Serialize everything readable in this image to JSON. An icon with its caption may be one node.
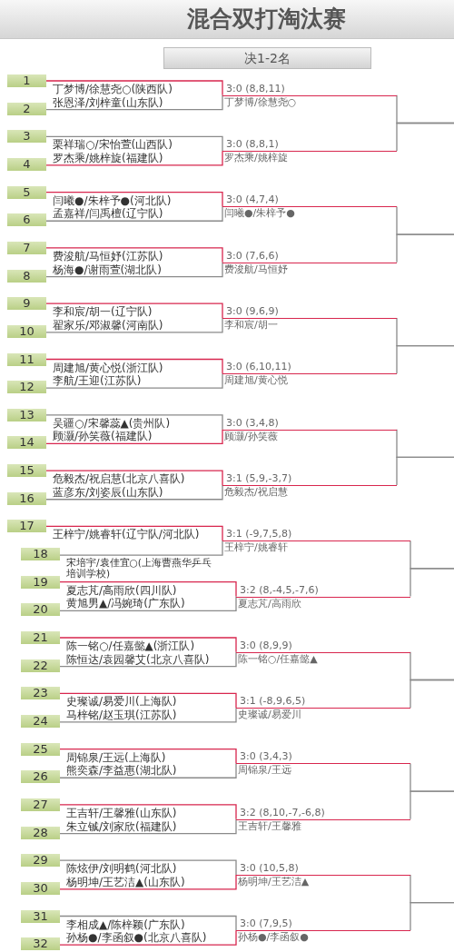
{
  "diagram": {
    "title": "混合双打淘汰赛",
    "nodes": [
      {
        "text": [
          "1"
        ],
        "beside": [
          "丁梦博/徐慧尧○(陕西队)"
        ]
      },
      {
        "text": [
          "2"
        ],
        "beside": [
          "张恩泽/刘梓童(山东队)"
        ]
      },
      {
        "text": [
          "3"
        ],
        "beside": [
          "栗祥瑞○/宋怡萱(山西队)"
        ]
      },
      {
        "text": [
          "4"
        ],
        "beside": [
          "罗杰乘/姚梓旋(福建队)"
        ]
      },
      {
        "text": [
          "5"
        ],
        "beside": [
          "闫曦●/朱梓予●(河北队)"
        ]
      },
      {
        "text": [
          "6"
        ],
        "beside": [
          "孟嘉祥/闫禹檀(辽宁队)"
        ]
      },
      {
        "text": [
          "7"
        ],
        "beside": [
          "费浚航/马恒妤(江苏队)"
        ]
      },
      {
        "text": [
          "8"
        ],
        "beside": [
          "杨海●/谢雨萱(湖北队)"
        ]
      },
      {
        "text": [
          "9"
        ],
        "beside": [
          "李和宸/胡一(辽宁队)"
        ]
      },
      {
        "text": [
          "10"
        ],
        "beside": [
          "翟家乐/邓淑馨(河南队)"
        ]
      },
      {
        "text": [
          "11"
        ],
        "beside": [
          "周建旭/黄心悦(浙江队)"
        ]
      },
      {
        "text": [
          "12"
        ],
        "beside": [
          "李航/王迎(江苏队)"
        ]
      },
      {
        "text": [
          "13"
        ],
        "beside": [
          "吴疆○/宋馨蕊▲(贵州队)"
        ]
      },
      {
        "text": [
          "14"
        ],
        "beside": [
          "顾灏/孙笑薇(福建队)"
        ]
      },
      {
        "text": [
          "15"
        ],
        "beside": [
          "危毅杰/祝启慧(北京八喜队)"
        ]
      },
      {
        "text": [
          "16"
        ],
        "beside": [
          "蓝彦东/刘姿辰(山东队)"
        ]
      },
      {
        "text": [
          "17"
        ],
        "beside": [
          "王梓宁/姚睿轩(辽宁队/河北队)"
        ]
      },
      {
        "text": [
          "18"
        ],
        "beside": [
          "宋培宇/袁佳宜○(上海曹燕华乒乓培训学校)"
        ]
      },
      {
        "text": [
          "19"
        ],
        "beside": [
          "夏志芃/高雨欣(四川队)"
        ]
      },
      {
        "text": [
          "20"
        ],
        "beside": [
          "黄旭男▲/冯婉琦(广东队)"
        ]
      },
      {
        "text": [
          "21"
        ],
        "beside": [
          "陈一铭○/任嘉懿▲(浙江队)"
        ]
      },
      {
        "text": [
          "22"
        ],
        "beside": [
          "陈恒达/袁园馨艾(北京八喜队)"
        ]
      },
      {
        "text": [
          "23"
        ],
        "beside": [
          "史璨诚/易爱川(上海队)"
        ]
      },
      {
        "text": [
          "24"
        ],
        "beside": [
          "马梓铭/赵玉琪(江苏队)"
        ]
      },
      {
        "text": [
          "25"
        ],
        "beside": [
          "周锦泉/王远(上海队)"
        ]
      },
      {
        "text": [
          "26"
        ],
        "beside": [
          "熊奕森/李益惠(湖北队)"
        ]
      },
      {
        "text": [
          "27"
        ],
        "beside": [
          "王吉轩/王馨雅(山东队)"
        ]
      },
      {
        "text": [
          "28"
        ],
        "beside": [
          "朱立铖/刘家欣(福建队)"
        ]
      },
      {
        "text": [
          "29"
        ],
        "beside": [
          "陈炫伊/刘明鹤(河北队)"
        ]
      },
      {
        "text": [
          "30"
        ],
        "beside": [
          "杨明坤/王艺洁▲(山东队)"
        ]
      },
      {
        "text": [
          "31"
        ],
        "beside": [
          "李相成▲/陈梓颖(广东队)"
        ]
      },
      {
        "text": [
          "32"
        ],
        "beside": [
          "孙杨●/李函叙●(北京八喜队)"
        ]
      },
      {
        "text": [
          "丁梦博/徐慧尧○"
        ],
        "beside": [
          "3:0 (8,8,11)"
        ]
      },
      {
        "text": [
          "罗杰乘/姚梓旋"
        ],
        "beside": [
          "3:0 (8,8,1)"
        ]
      },
      {
        "text": [
          "闫曦●/朱梓予●"
        ],
        "beside": [
          "3:0 (4,7,4)"
        ]
      },
      {
        "text": [
          "费浚航/马恒妤"
        ],
        "beside": [
          "3:0 (7,6,6)"
        ]
      },
      {
        "text": [
          "李和宸/胡一"
        ],
        "beside": [
          "3:0 (9,6,9)"
        ]
      },
      {
        "text": [
          "周建旭/黄心悦"
        ],
        "beside": [
          "3:0 (6,10,11)"
        ]
      },
      {
        "text": [
          "顾灏/孙笑薇"
        ],
        "beside": [
          "3:0 (3,4,8)"
        ]
      },
      {
        "text": [
          "危毅杰/祝启慧"
        ],
        "beside": [
          "3:1 (5,9,-3,7)"
        ]
      },
      {
        "text": [
          "王梓宁/姚睿轩"
        ],
        "beside": [
          "3:1 (-9,7,5,8)"
        ]
      },
      {
        "text": [
          "夏志芃/高雨欣"
        ],
        "beside": [
          "3:2 (8,-4,5,-7,6)"
        ]
      },
      {
        "text": [
          "陈一铭○/任嘉懿▲"
        ],
        "beside": [
          "3:0 (8,9,9)"
        ]
      },
      {
        "text": [
          "史璨诚/易爱川"
        ],
        "beside": [
          "3:1 (-8,9,6,5)"
        ]
      },
      {
        "text": [
          "周锦泉/王远"
        ],
        "beside": [
          "3:0 (3,4,3)"
        ]
      },
      {
        "text": [
          "王吉轩/王馨雅"
        ],
        "beside": [
          "3:2 (8,10,-7,-6,8)"
        ]
      },
      {
        "text": [
          "杨明坤/王艺洁▲"
        ],
        "beside": [
          "3:0 (10,5,8)"
        ]
      },
      {
        "text": [
          "孙杨●/李函叙●"
        ],
        "beside": [
          "3:0 (7,9,5)"
        ]
      },
      {
        "text": [
          "决1-2名"
        ]
      }
    ],
    "edges": [
      {
        "from": 0,
        "to": 32,
        "arrow": "none",
        "color": "#d8264e"
      },
      {
        "from": 1,
        "to": 32,
        "arrow": "none"
      },
      {
        "from": 2,
        "to": 33,
        "arrow": "none"
      },
      {
        "from": 3,
        "to": 33,
        "arrow": "none",
        "color": "#d8264e"
      },
      {
        "from": 4,
        "to": 34,
        "arrow": "none",
        "color": "#d8264e"
      },
      {
        "from": 5,
        "to": 34,
        "arrow": "none"
      },
      {
        "from": 6,
        "to": 35,
        "arrow": "none",
        "color": "#d8264e"
      },
      {
        "from": 7,
        "to": 35,
        "arrow": "none"
      },
      {
        "from": 8,
        "to": 36,
        "arrow": "none",
        "color": "#d8264e"
      },
      {
        "from": 9,
        "to": 36,
        "arrow": "none"
      },
      {
        "from": 10,
        "to": 37,
        "arrow": "none",
        "color": "#d8264e"
      },
      {
        "from": 11,
        "to": 37,
        "arrow": "none"
      },
      {
        "from": 12,
        "to": 38,
        "arrow": "none"
      },
      {
        "from": 13,
        "to": 38,
        "arrow": "none",
        "color": "#d8264e"
      },
      {
        "from": 14,
        "to": 39,
        "arrow": "none",
        "color": "#d8264e"
      },
      {
        "from": 15,
        "to": 39,
        "arrow": "none"
      },
      {
        "from": 16,
        "to": 40,
        "arrow": "none",
        "color": "#d8264e"
      },
      {
        "from": 17,
        "to": 40,
        "arrow": "none"
      },
      {
        "from": 18,
        "to": 41,
        "arrow": "none",
        "color": "#d8264e"
      },
      {
        "from": 19,
        "to": 41,
        "arrow": "none"
      },
      {
        "from": 20,
        "to": 42,
        "arrow": "none",
        "color": "#d8264e"
      },
      {
        "from": 21,
        "to": 42,
        "arrow": "none"
      },
      {
        "from": 22,
        "to": 43,
        "arrow": "none",
        "color": "#d8264e"
      },
      {
        "from": 23,
        "to": 43,
        "arrow": "none"
      },
      {
        "from": 24,
        "to": 44,
        "arrow": "none",
        "color": "#d8264e"
      },
      {
        "from": 25,
        "to": 44,
        "arrow": "none"
      },
      {
        "from": 26,
        "to": 45,
        "arrow": "none",
        "color": "#d8264e"
      },
      {
        "from": 27,
        "to": 45,
        "arrow": "none"
      },
      {
        "from": 28,
        "to": 46,
        "arrow": "none"
      },
      {
        "from": 29,
        "to": 46,
        "arrow": "none",
        "color": "#d8264e"
      },
      {
        "from": 30,
        "to": 47,
        "arrow": "none"
      },
      {
        "from": 31,
        "to": 47,
        "arrow": "none",
        "color": "#d8264e"
      },
      {
        "from": 32,
        "to": null,
        "arrow": "none"
      },
      {
        "from": 33,
        "to": null,
        "arrow": "none"
      },
      {
        "from": 34,
        "to": null,
        "arrow": "none"
      },
      {
        "from": 35,
        "to": null,
        "arrow": "none"
      },
      {
        "from": 36,
        "to": null,
        "arrow": "none"
      },
      {
        "from": 37,
        "to": null,
        "arrow": "none"
      },
      {
        "from": 38,
        "to": null,
        "arrow": "none"
      },
      {
        "from": 39,
        "to": null,
        "arrow": "none"
      },
      {
        "from": 40,
        "to": null,
        "arrow": "none"
      },
      {
        "from": 41,
        "to": null,
        "arrow": "none"
      },
      {
        "from": 42,
        "to": null,
        "arrow": "none"
      },
      {
        "from": 43,
        "to": null,
        "arrow": "none"
      },
      {
        "from": 44,
        "to": null,
        "arrow": "none"
      },
      {
        "from": 45,
        "to": null,
        "arrow": "none"
      },
      {
        "from": 46,
        "to": null,
        "arrow": "none"
      },
      {
        "from": 47,
        "to": null,
        "arrow": "none"
      }
    ]
  }
}
